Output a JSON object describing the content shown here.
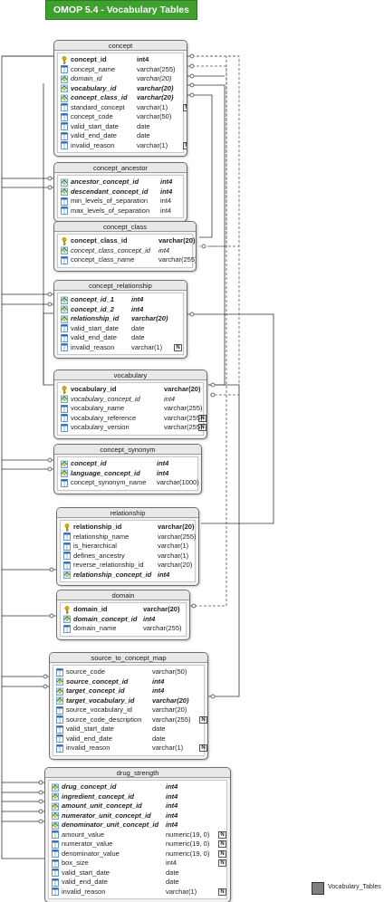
{
  "title": "OMOP 5.4  - Vocabulary Tables",
  "legend": {
    "label": "Vocabulary_Tables",
    "color": "#808080"
  },
  "colors": {
    "banner": "#3f9f2f",
    "key": "#e0b000",
    "relation_line": "#333333",
    "column_icon": "#2b6cb0"
  },
  "tables": [
    {
      "name": "concept",
      "columns": [
        {
          "name": "concept_id",
          "type": "int4",
          "kind": "pk"
        },
        {
          "name": "concept_name",
          "type": "varchar(255)",
          "kind": "col"
        },
        {
          "name": "domain_id",
          "type": "varchar(20)",
          "kind": "fk"
        },
        {
          "name": "vocabulary_id",
          "type": "varchar(20)",
          "kind": "pkfk"
        },
        {
          "name": "concept_class_id",
          "type": "varchar(20)",
          "kind": "pkfk"
        },
        {
          "name": "standard_concept",
          "type": "varchar(1)",
          "kind": "col",
          "nullable": "N"
        },
        {
          "name": "concept_code",
          "type": "varchar(50)",
          "kind": "col"
        },
        {
          "name": "valid_start_date",
          "type": "date",
          "kind": "col"
        },
        {
          "name": "valid_end_date",
          "type": "date",
          "kind": "col"
        },
        {
          "name": "invalid_reason",
          "type": "varchar(1)",
          "kind": "col",
          "nullable": "N"
        }
      ]
    },
    {
      "name": "concept_ancestor",
      "columns": [
        {
          "name": "ancestor_concept_id",
          "type": "int4",
          "kind": "pkfk"
        },
        {
          "name": "descendant_concept_id",
          "type": "int4",
          "kind": "pkfk"
        },
        {
          "name": "min_levels_of_separation",
          "type": "int4",
          "kind": "col"
        },
        {
          "name": "max_levels_of_separation",
          "type": "int4",
          "kind": "col"
        }
      ]
    },
    {
      "name": "concept_class",
      "columns": [
        {
          "name": "concept_class_id",
          "type": "varchar(20)",
          "kind": "pk"
        },
        {
          "name": "concept_class_concept_id",
          "type": "int4",
          "kind": "fk"
        },
        {
          "name": "concept_class_name",
          "type": "varchar(255)",
          "kind": "col"
        }
      ]
    },
    {
      "name": "concept_relationship",
      "columns": [
        {
          "name": "concept_id_1",
          "type": "int4",
          "kind": "pkfk"
        },
        {
          "name": "concept_id_2",
          "type": "int4",
          "kind": "pkfk"
        },
        {
          "name": "relationship_id",
          "type": "varchar(20)",
          "kind": "pkfk"
        },
        {
          "name": "valid_start_date",
          "type": "date",
          "kind": "col"
        },
        {
          "name": "valid_end_date",
          "type": "date",
          "kind": "col"
        },
        {
          "name": "invalid_reason",
          "type": "varchar(1)",
          "kind": "col",
          "nullable": "N"
        }
      ]
    },
    {
      "name": "vocabulary",
      "columns": [
        {
          "name": "vocabulary_id",
          "type": "varchar(20)",
          "kind": "pk"
        },
        {
          "name": "vocabulary_concept_id",
          "type": "int4",
          "kind": "fk"
        },
        {
          "name": "vocabulary_name",
          "type": "varchar(255)",
          "kind": "col"
        },
        {
          "name": "vocabulary_reference",
          "type": "varchar(255)",
          "kind": "col",
          "nullable": "N"
        },
        {
          "name": "vocabulary_version",
          "type": "varchar(255)",
          "kind": "col",
          "nullable": "N"
        }
      ]
    },
    {
      "name": "concept_synonym",
      "columns": [
        {
          "name": "concept_id",
          "type": "int4",
          "kind": "pkfk"
        },
        {
          "name": "language_concept_id",
          "type": "int4",
          "kind": "pkfk"
        },
        {
          "name": "concept_synonym_name",
          "type": "varchar(1000)",
          "kind": "col"
        }
      ]
    },
    {
      "name": "relationship",
      "columns": [
        {
          "name": "relationship_id",
          "type": "varchar(20)",
          "kind": "pk"
        },
        {
          "name": "relationship_name",
          "type": "varchar(255)",
          "kind": "col"
        },
        {
          "name": "is_hierarchical",
          "type": "varchar(1)",
          "kind": "col"
        },
        {
          "name": "defines_ancestry",
          "type": "varchar(1)",
          "kind": "col"
        },
        {
          "name": "reverse_relationship_id",
          "type": "varchar(20)",
          "kind": "col"
        },
        {
          "name": "relationship_concept_id",
          "type": "int4",
          "kind": "pkfk"
        }
      ]
    },
    {
      "name": "domain",
      "columns": [
        {
          "name": "domain_id",
          "type": "varchar(20)",
          "kind": "pk"
        },
        {
          "name": "domain_concept_id",
          "type": "int4",
          "kind": "pkfk"
        },
        {
          "name": "domain_name",
          "type": "varchar(255)",
          "kind": "col"
        }
      ]
    },
    {
      "name": "source_to_concept_map",
      "columns": [
        {
          "name": "source_code",
          "type": "varchar(50)",
          "kind": "col"
        },
        {
          "name": "source_concept_id",
          "type": "int4",
          "kind": "pkfk"
        },
        {
          "name": "target_concept_id",
          "type": "int4",
          "kind": "pkfk"
        },
        {
          "name": "target_vocabulary_id",
          "type": "varchar(20)",
          "kind": "pkfk"
        },
        {
          "name": "source_vocabulary_id",
          "type": "varchar(20)",
          "kind": "col"
        },
        {
          "name": "source_code_description",
          "type": "varchar(255)",
          "kind": "col",
          "nullable": "N"
        },
        {
          "name": "valid_start_date",
          "type": "date",
          "kind": "col"
        },
        {
          "name": "valid_end_date",
          "type": "date",
          "kind": "col"
        },
        {
          "name": "invalid_reason",
          "type": "varchar(1)",
          "kind": "col",
          "nullable": "N"
        }
      ]
    },
    {
      "name": "drug_strength",
      "columns": [
        {
          "name": "drug_concept_id",
          "type": "int4",
          "kind": "pkfk"
        },
        {
          "name": "ingredient_concept_id",
          "type": "int4",
          "kind": "pkfk"
        },
        {
          "name": "amount_unit_concept_id",
          "type": "int4",
          "kind": "pkfk"
        },
        {
          "name": "numerator_unit_concept_id",
          "type": "int4",
          "kind": "pkfk"
        },
        {
          "name": "denominator_unit_concept_id",
          "type": "int4",
          "kind": "pkfk"
        },
        {
          "name": "amount_value",
          "type": "numeric(19, 0)",
          "kind": "col",
          "nullable": "N"
        },
        {
          "name": "numerator_value",
          "type": "numeric(19, 0)",
          "kind": "col",
          "nullable": "N"
        },
        {
          "name": "denominator_value",
          "type": "numeric(19, 0)",
          "kind": "col",
          "nullable": "N"
        },
        {
          "name": "box_size",
          "type": "int4",
          "kind": "col",
          "nullable": "N"
        },
        {
          "name": "valid_start_date",
          "type": "date",
          "kind": "col"
        },
        {
          "name": "valid_end_date",
          "type": "date",
          "kind": "col"
        },
        {
          "name": "invalid_reason",
          "type": "varchar(1)",
          "kind": "col",
          "nullable": "N"
        }
      ]
    }
  ]
}
